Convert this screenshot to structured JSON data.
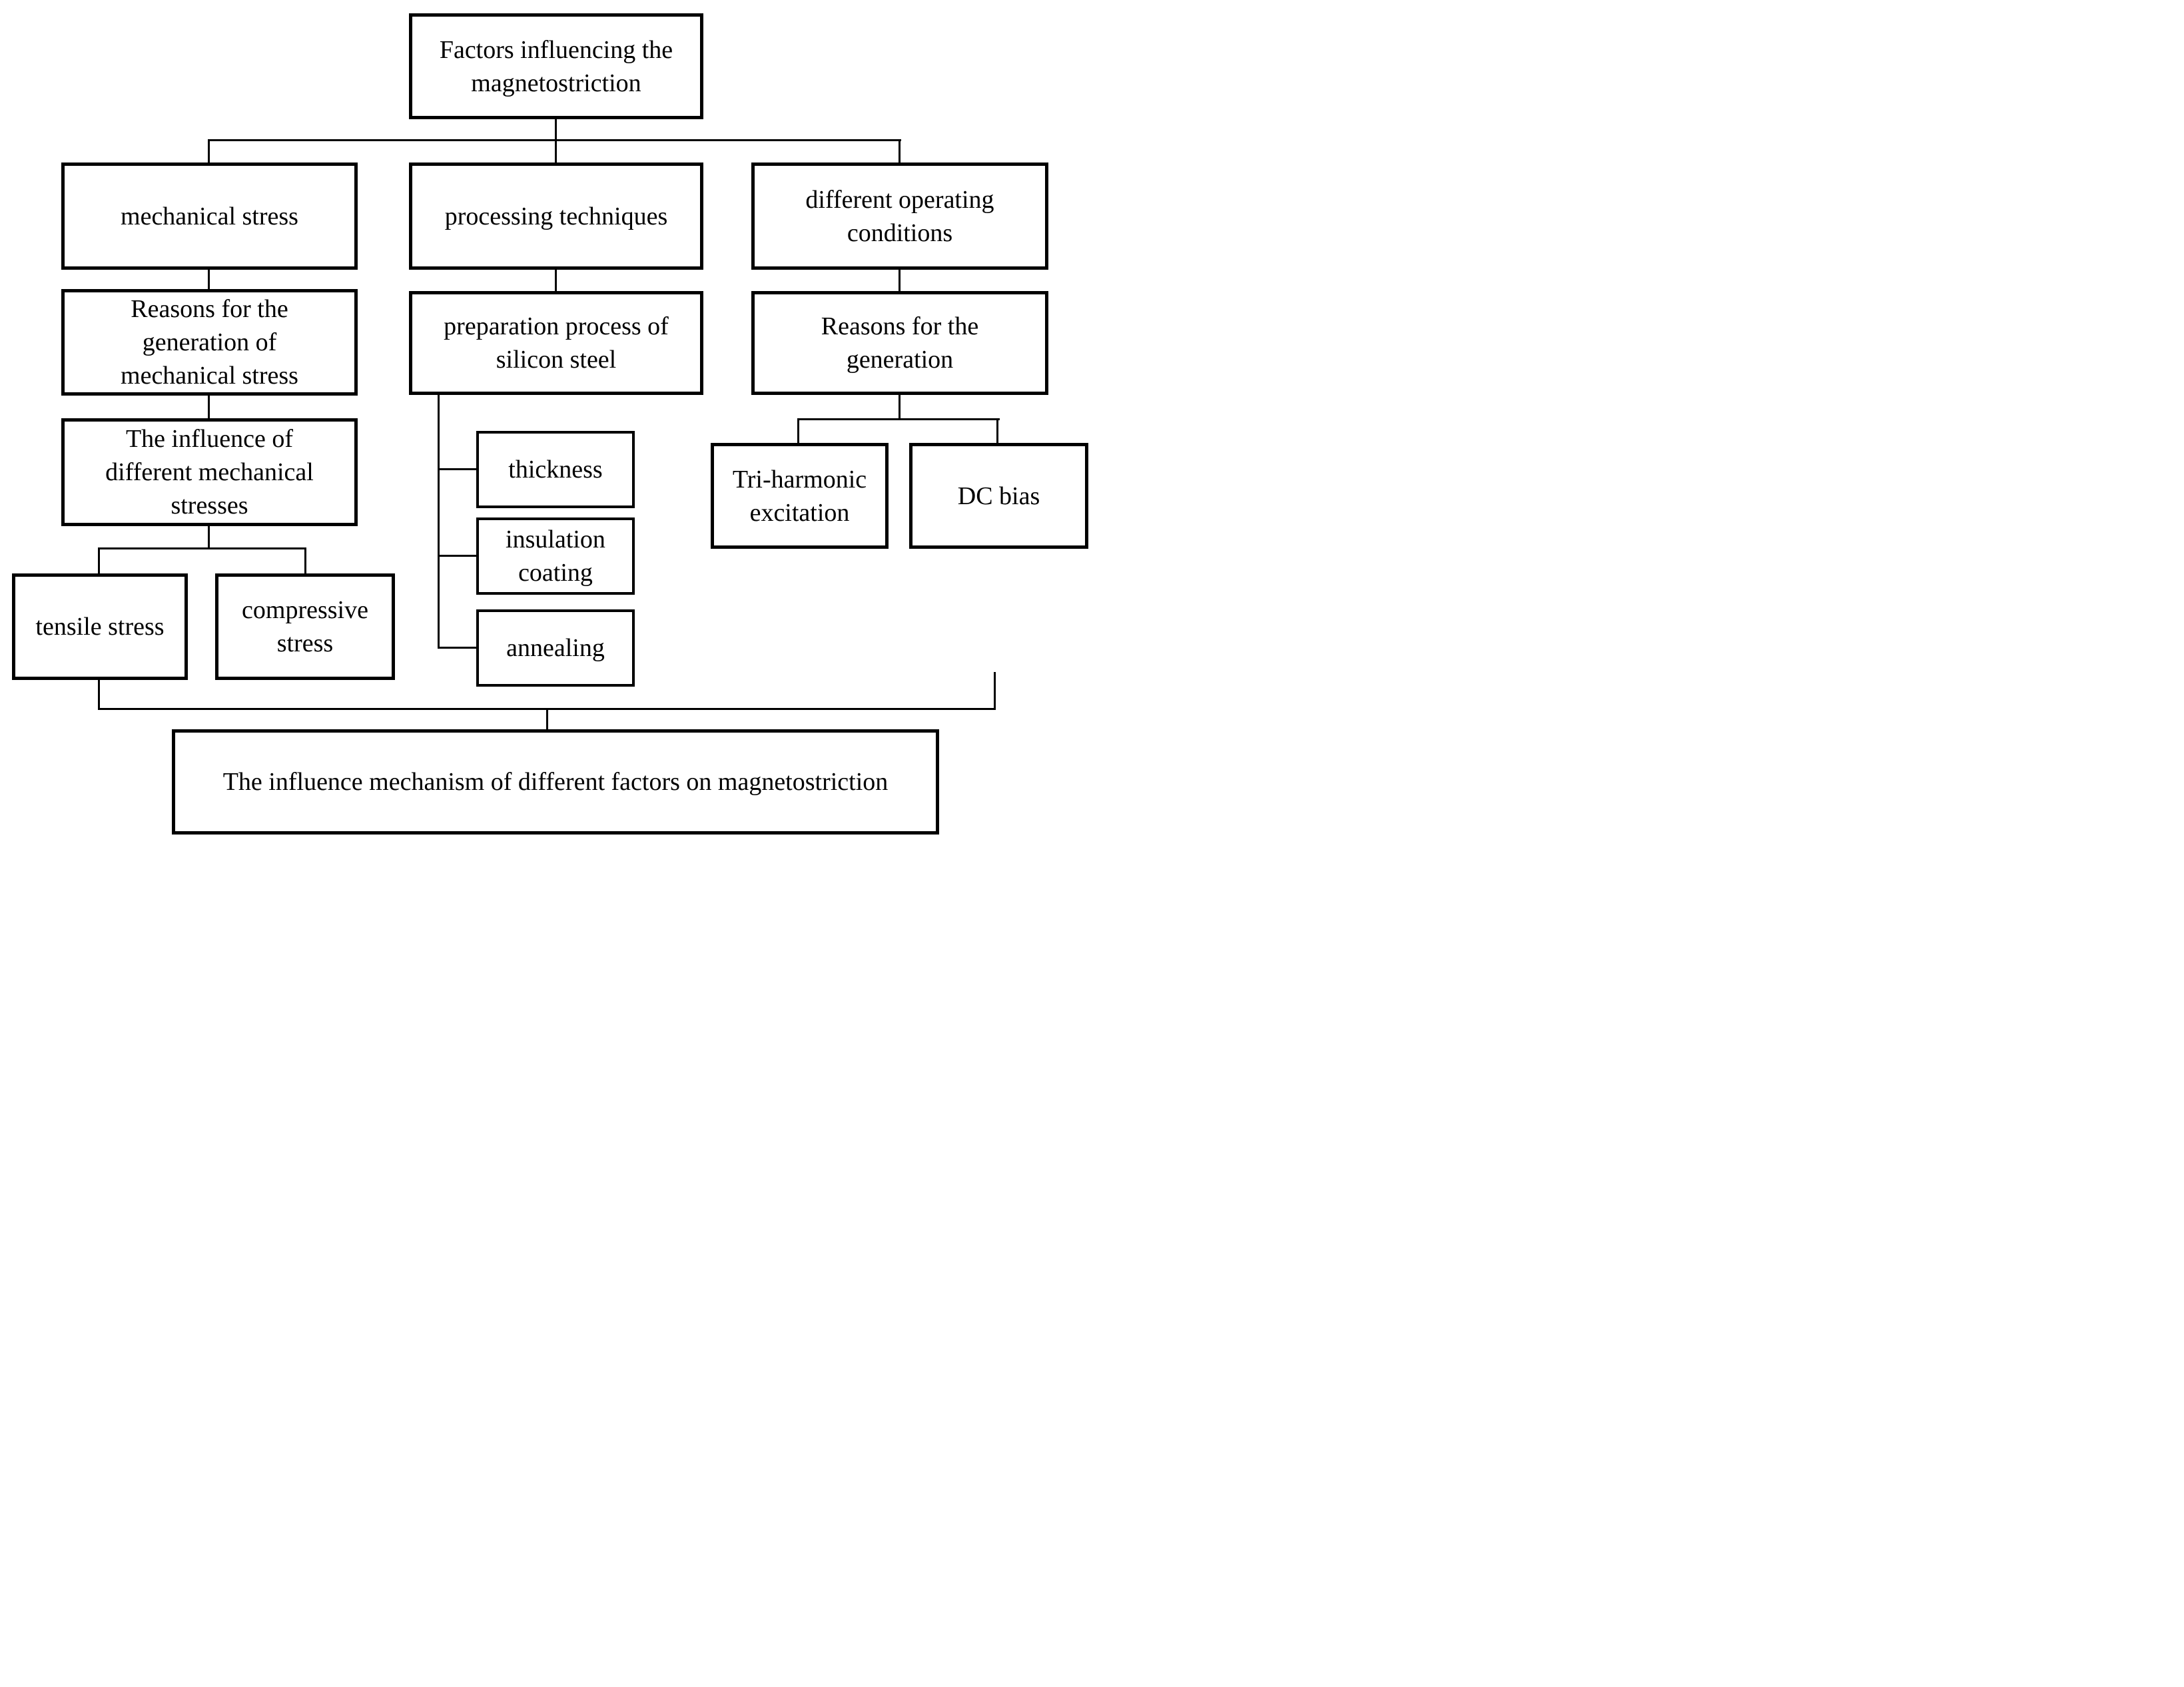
{
  "diagram": {
    "title": "Factors influencing the magnetostriction flowchart",
    "colors": {
      "background": "#ffffff",
      "stroke": "#000000",
      "text": "#000000"
    },
    "nodes": {
      "root": {
        "lines": [
          "Factors influencing the",
          "magnetostriction"
        ]
      },
      "col1_header": {
        "lines": [
          "mechanical stress"
        ]
      },
      "col1_step1": {
        "lines": [
          "Reasons for the",
          "generation of",
          "mechanical stress"
        ]
      },
      "col1_step2": {
        "lines": [
          "The influence of",
          "different mechanical",
          "stresses"
        ]
      },
      "col1_leaf1": {
        "lines": [
          "tensile stress"
        ]
      },
      "col1_leaf2": {
        "lines": [
          "compressive",
          "stress"
        ]
      },
      "col2_header": {
        "lines": [
          "processing techniques"
        ]
      },
      "col2_step1": {
        "lines": [
          "preparation process of",
          "silicon steel"
        ]
      },
      "col2_leaf1": {
        "lines": [
          "thickness"
        ]
      },
      "col2_leaf2": {
        "lines": [
          "insulation",
          "coating"
        ]
      },
      "col2_leaf3": {
        "lines": [
          "annealing"
        ]
      },
      "col3_header": {
        "lines": [
          "different operating",
          "conditions"
        ]
      },
      "col3_step1": {
        "lines": [
          "Reasons for the",
          "generation"
        ]
      },
      "col3_leaf1": {
        "lines": [
          "Tri-harmonic",
          "excitation"
        ]
      },
      "col3_leaf2": {
        "lines": [
          "DC bias"
        ]
      },
      "footer": {
        "lines": [
          "The influence mechanism of different factors on magnetostriction"
        ]
      }
    }
  }
}
